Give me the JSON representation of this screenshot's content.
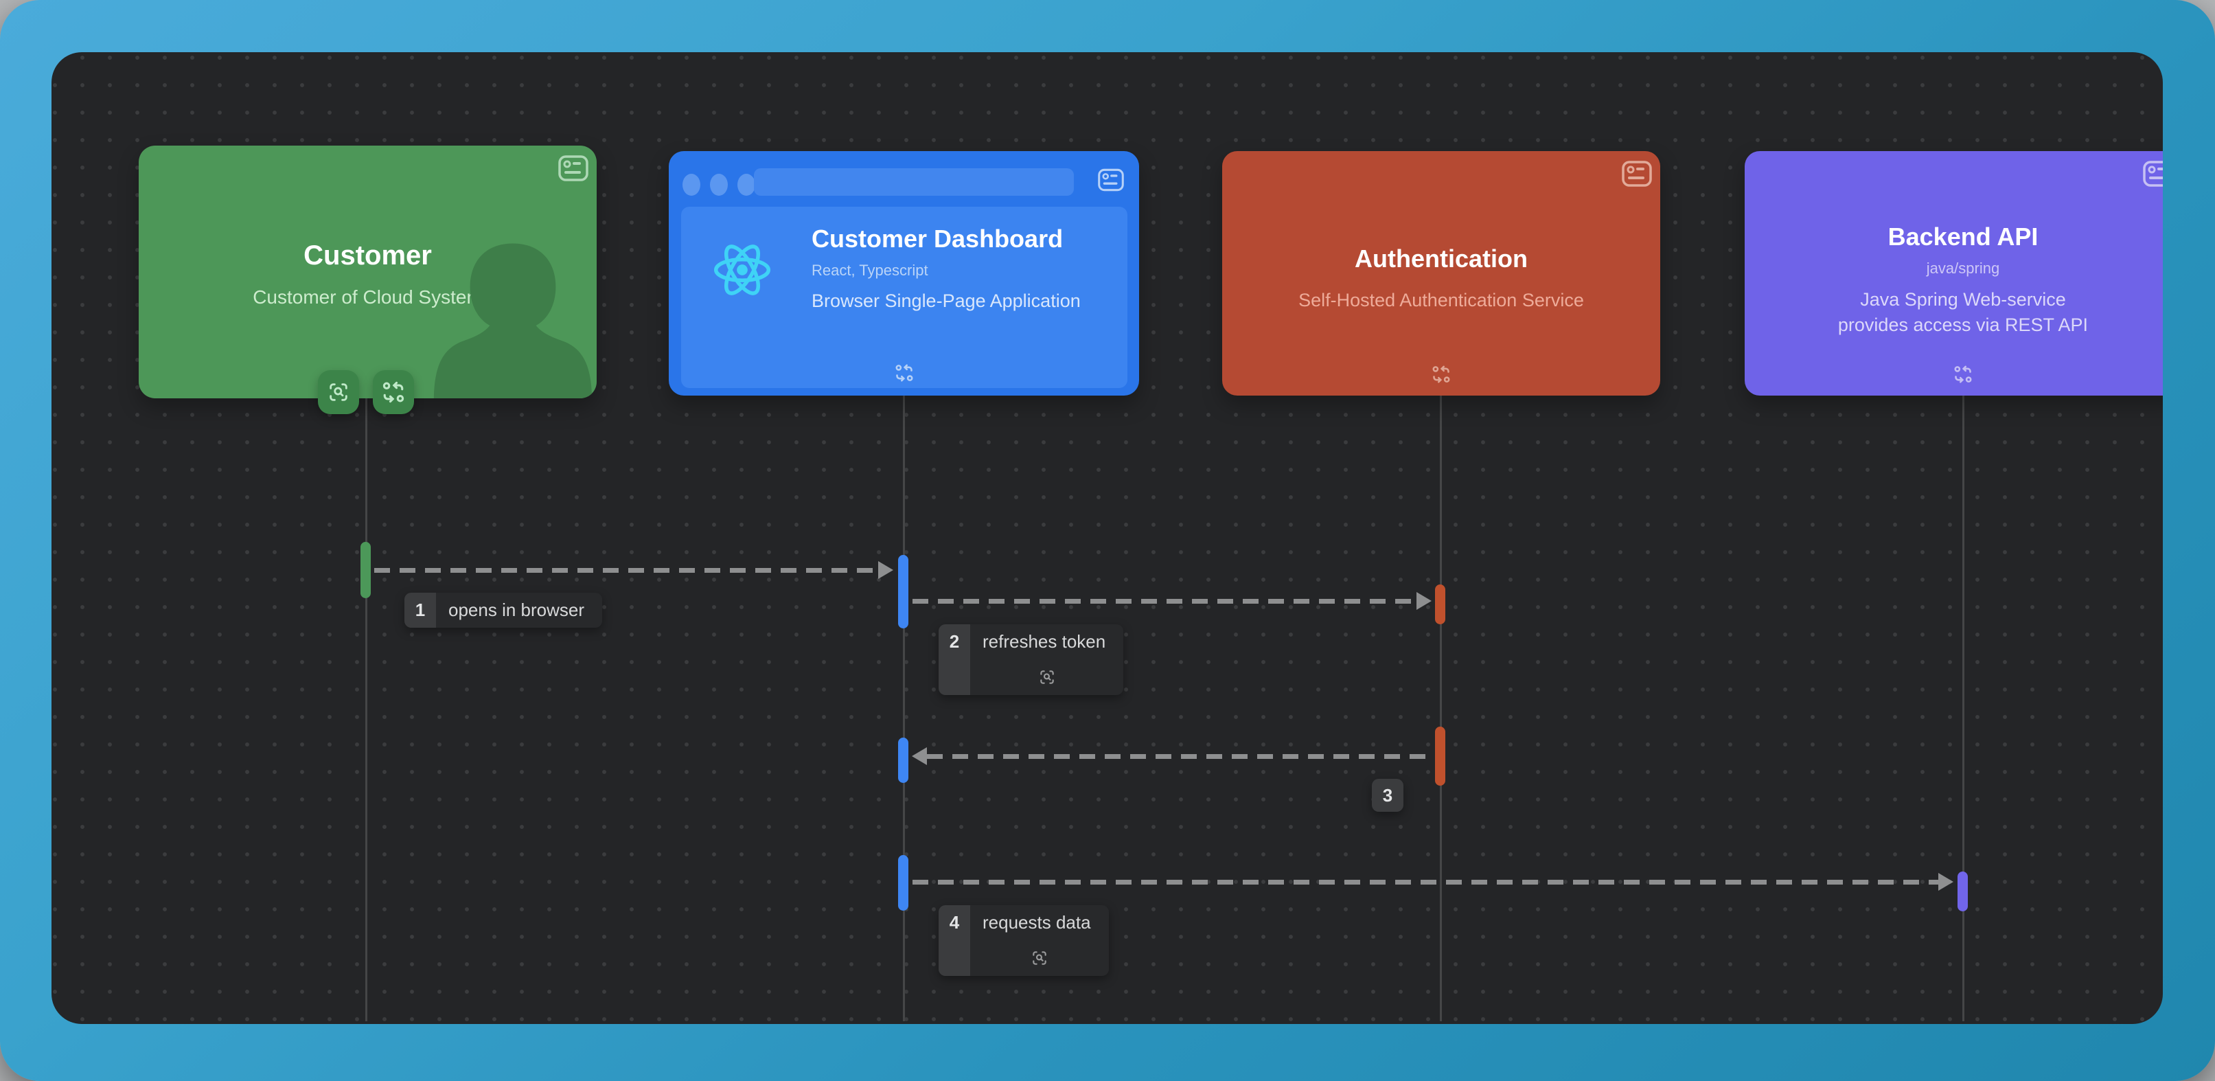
{
  "frame": {
    "background_gradient": [
      "#4aabda",
      "#2087ae"
    ],
    "canvas_color": "#242527"
  },
  "actors": [
    {
      "name": "Customer",
      "description": "Customer of Cloud System",
      "type": "person",
      "color": "#4d9758"
    },
    {
      "name": "Customer Dashboard",
      "technology": "React, Typescript",
      "description": "Browser Single-Page Application",
      "type": "browser-app",
      "color": "#2a75e9"
    },
    {
      "name": "Authentication",
      "description": "Self-Hosted Authentication Service",
      "type": "service",
      "color": "#b54a33"
    },
    {
      "name": "Backend API",
      "technology": "java/spring",
      "description_lines": [
        "Java Spring Web-service",
        "provides access via REST API"
      ],
      "type": "service",
      "color": "#6f63e8"
    }
  ],
  "messages": [
    {
      "seq": "1",
      "label": "opens in browser",
      "from": "Customer",
      "to": "Customer Dashboard"
    },
    {
      "seq": "2",
      "label": "refreshes token",
      "from": "Customer Dashboard",
      "to": "Authentication"
    },
    {
      "seq": "3",
      "label": "",
      "from": "Authentication",
      "to": "Customer Dashboard"
    },
    {
      "seq": "4",
      "label": "requests data",
      "from": "Customer Dashboard",
      "to": "Backend API"
    }
  ],
  "icons": {
    "id_card": "id-card-icon",
    "swap": "swap-connections-icon",
    "focus": "focus-scan-icon",
    "react": "react-logo-icon",
    "person": "person-silhouette-icon"
  },
  "colors": {
    "activation_green": "#4c9859",
    "activation_blue": "#3e86f3",
    "activation_red": "#c0512d",
    "activation_purple": "#7165ea",
    "arrow": "#8e8f90",
    "lifeline": "#454647"
  }
}
